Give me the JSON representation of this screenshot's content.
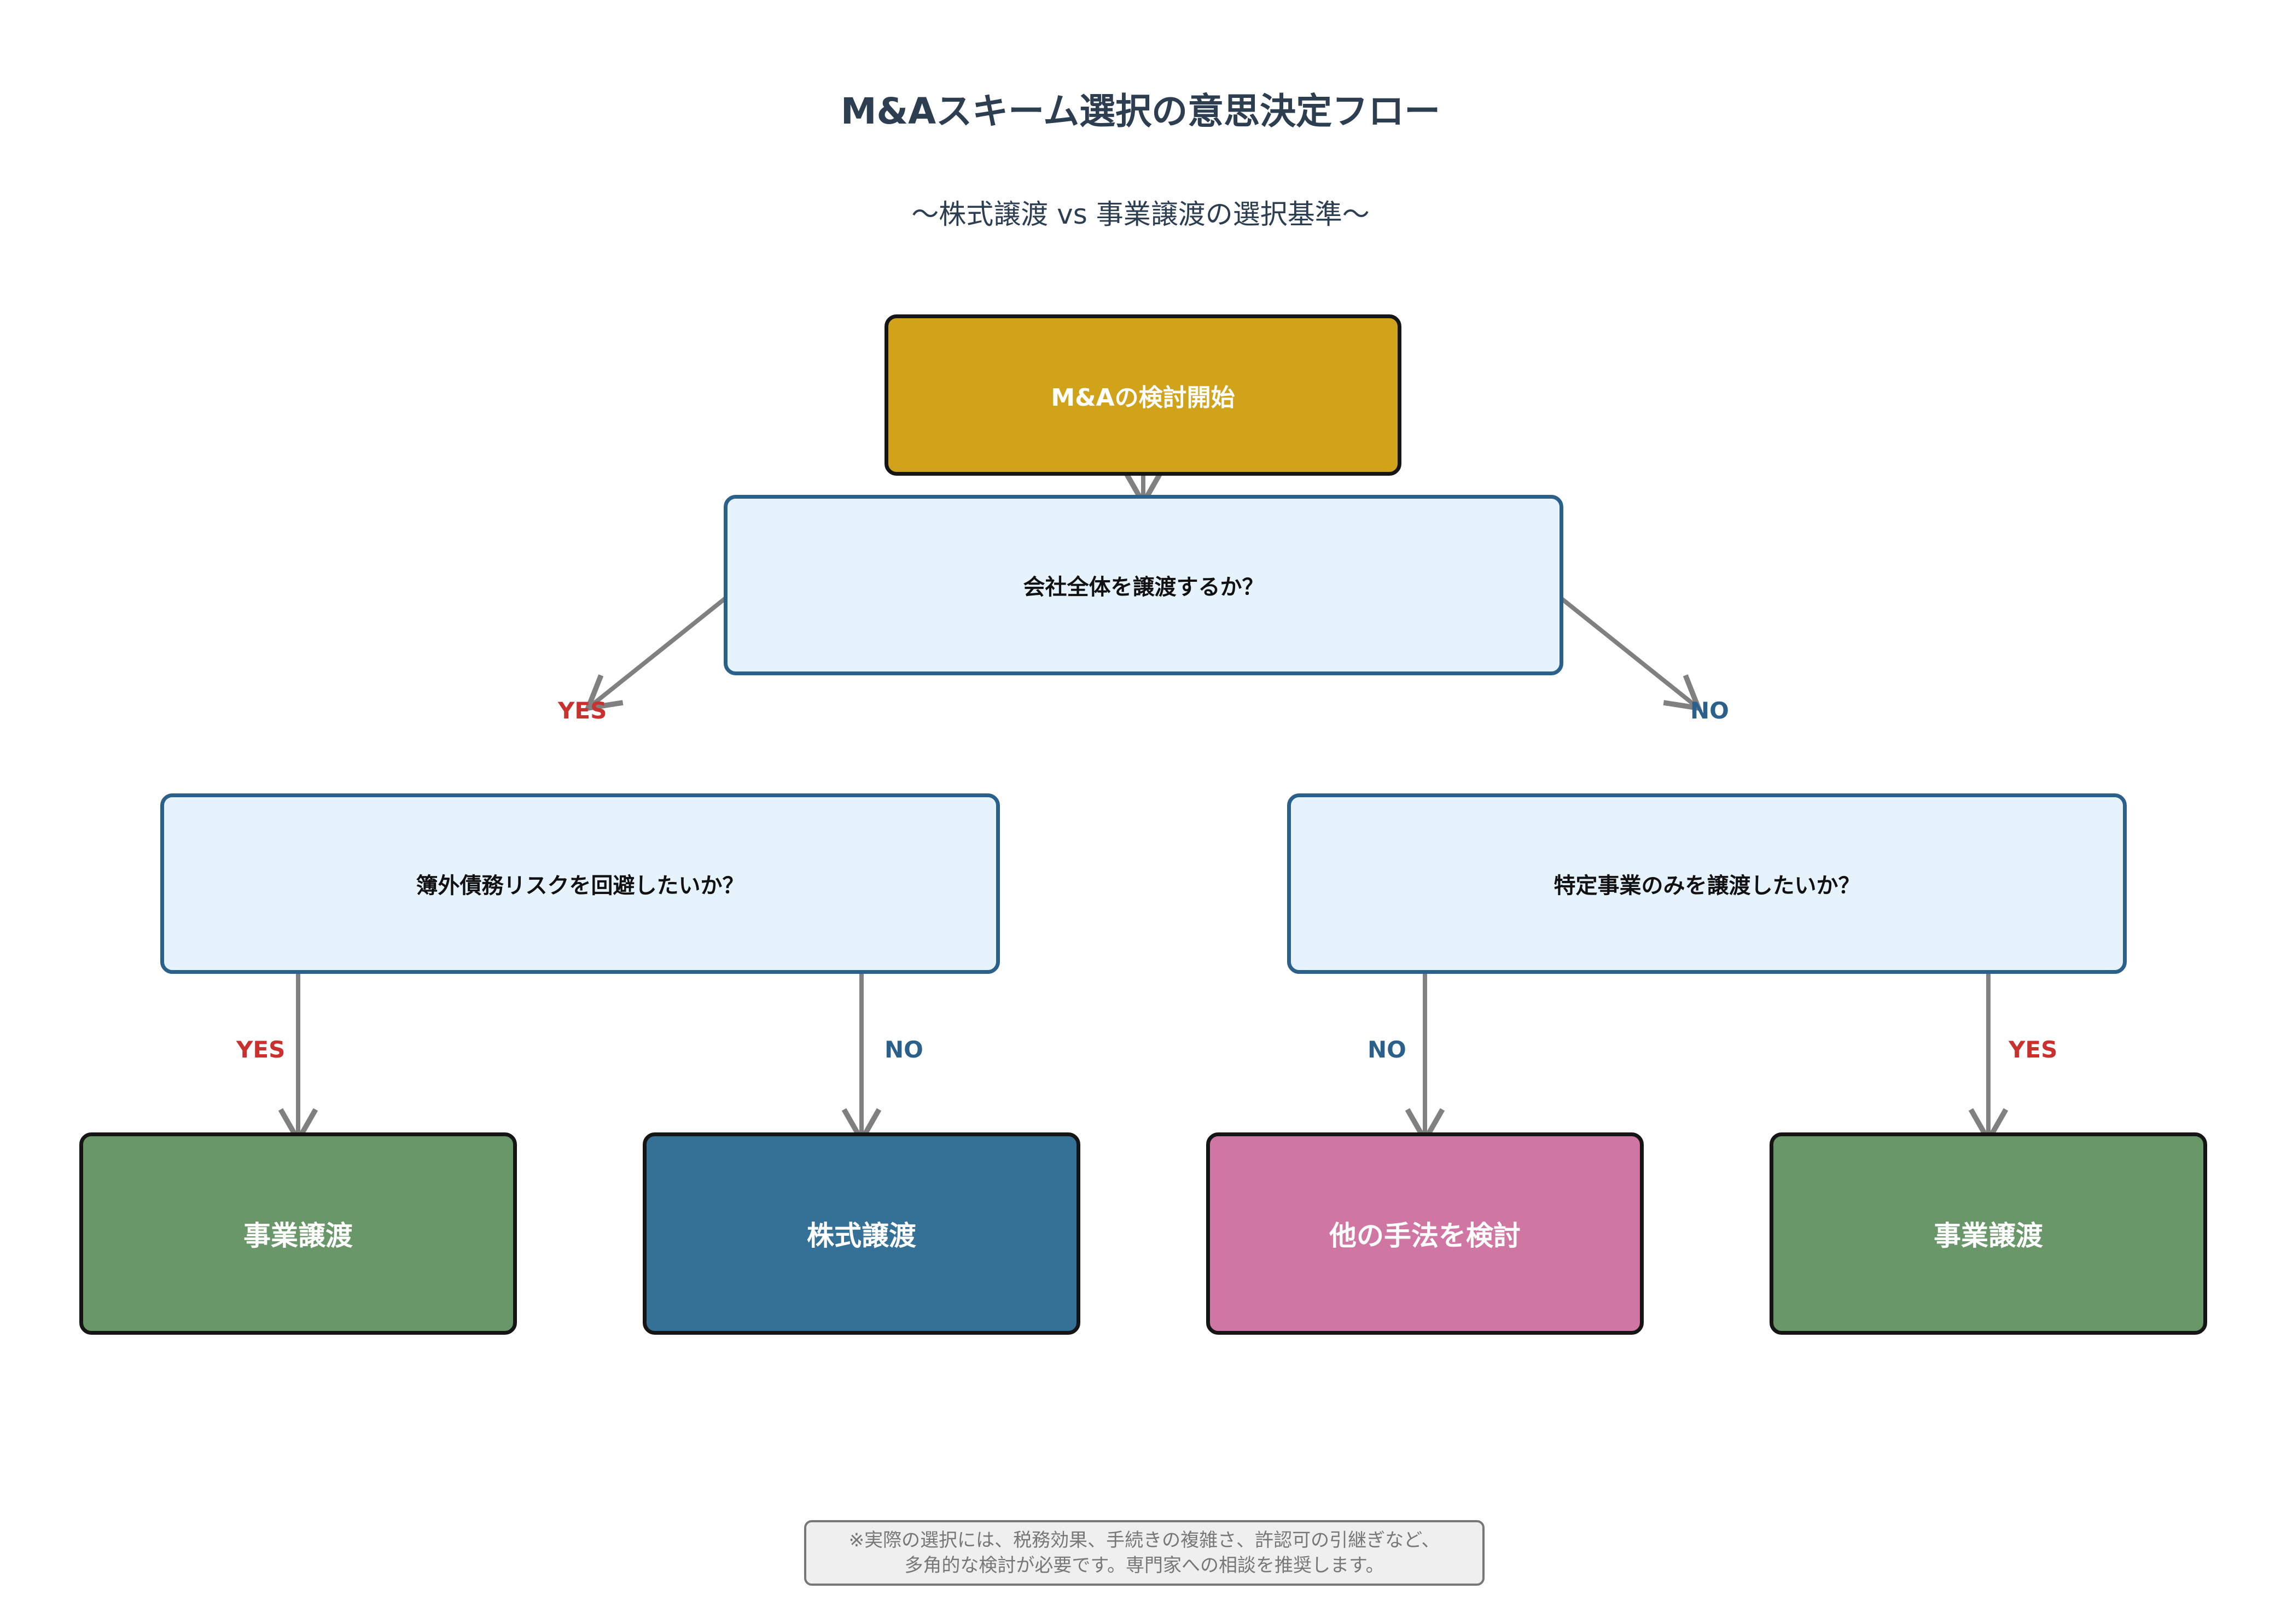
{
  "title": "M&Aスキーム選択の意思決定フロー",
  "subtitle": "〜株式譲渡 vs 事業譲渡の選択基準〜",
  "nodes": {
    "start": "M&Aの検討開始",
    "q_whole_company": "会社全体を譲渡するか？",
    "q_avoid_offbalance": "簿外債務リスクを回避したいか？",
    "q_specific_business": "特定事業のみを譲渡したいか？",
    "result_business_transfer_left": "事業譲渡",
    "result_share_transfer": "株式譲渡",
    "result_other_methods": "他の手法を検討",
    "result_business_transfer_right": "事業譲渡"
  },
  "edge_labels": {
    "whole_yes": "YES",
    "whole_no": "NO",
    "avoid_yes": "YES",
    "avoid_no": "NO",
    "specific_no": "NO",
    "specific_yes": "YES"
  },
  "note": {
    "line1": "※実際の選択には、税務効果、手続きの複雑さ、許認可の引継ぎなど、",
    "line2": "多角的な検討が必要です。専門家への相談を推奨します。"
  },
  "colors": {
    "start": "#d0a31b",
    "decision_fill": "#e6f2fc",
    "decision_border": "#2a6089",
    "business_transfer": "#6a976a",
    "share_transfer": "#357096",
    "other_methods": "#d076a2",
    "yes_label": "#c8312d",
    "no_label": "#2a6089",
    "arrow": "#808080"
  }
}
